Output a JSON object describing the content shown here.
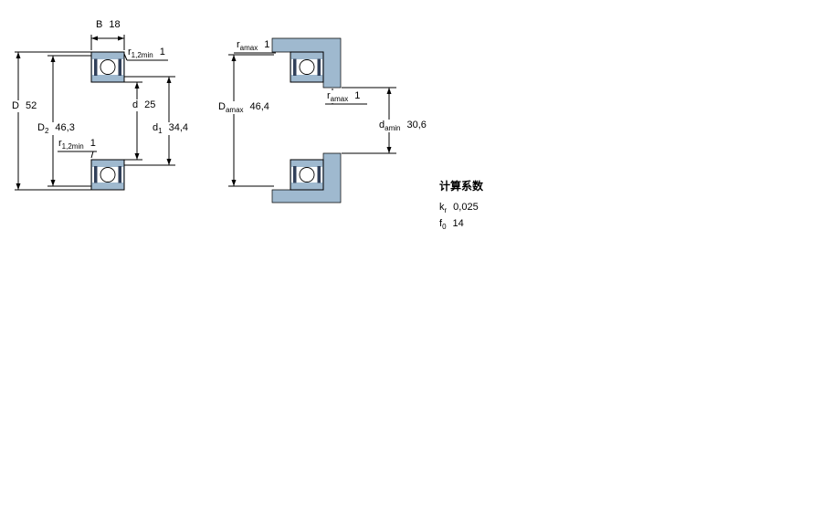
{
  "figure_left": {
    "dims": {
      "B": {
        "label": "B",
        "value": "18"
      },
      "r12_top": {
        "main": "r",
        "sub": "1,2min",
        "value": "1"
      },
      "D": {
        "label": "D",
        "value": "52"
      },
      "D2": {
        "main": "D",
        "sub": "2",
        "value": "46,3"
      },
      "r12_bottom": {
        "main": "r",
        "sub": "1,2min",
        "value": "1"
      },
      "d": {
        "label": "d",
        "value": "25"
      },
      "d1": {
        "main": "d",
        "sub": "1",
        "value": "34,4"
      }
    }
  },
  "figure_right": {
    "dims": {
      "ramax_top": {
        "main": "r",
        "sub": "amax",
        "value": "1"
      },
      "Damax": {
        "main": "D",
        "sub": "amax",
        "value": "46,4"
      },
      "ramax_mid": {
        "main": "r",
        "sub": "amax",
        "value": "1"
      },
      "damin": {
        "main": "d",
        "sub": "amin",
        "value": "30,6"
      }
    }
  },
  "calculation_factors": {
    "title": "计算系数",
    "kr": {
      "main": "k",
      "sub": "r",
      "value": "0,025"
    },
    "f0": {
      "main": "f",
      "sub": "0",
      "value": "14"
    }
  },
  "colors": {
    "bearing_fill": "#9fb9cf",
    "seal": "#31405a",
    "outline": "#000000",
    "background": "#ffffff"
  }
}
